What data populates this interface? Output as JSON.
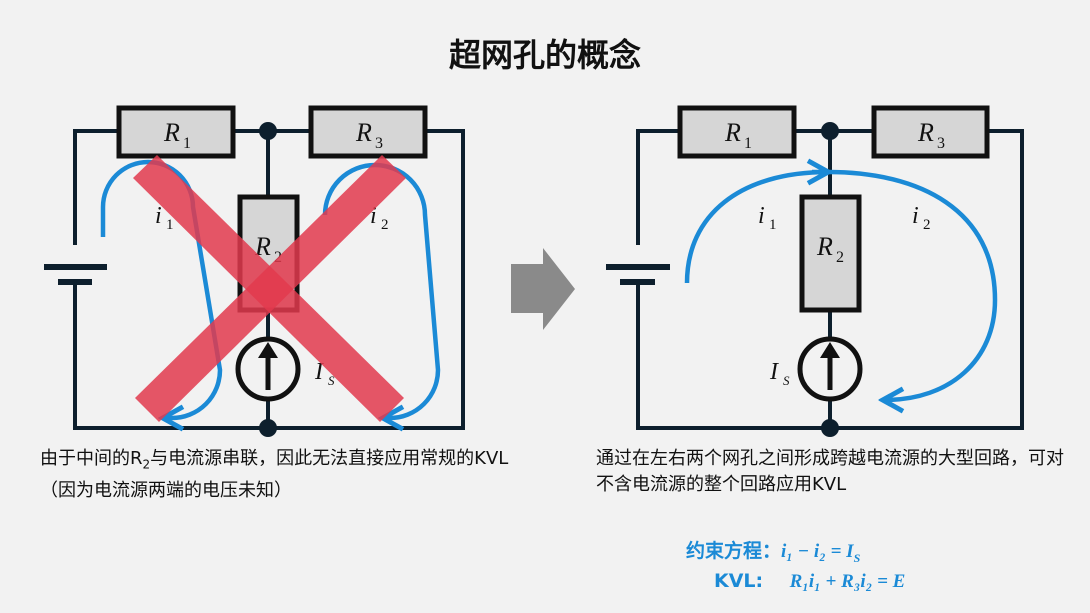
{
  "title": "超网孔的概念",
  "left_circuit": {
    "r1": "R",
    "r1_sub": "1",
    "r2": "R",
    "r2_sub": "2",
    "r3": "R",
    "r3_sub": "3",
    "i1": "i",
    "i1_sub": "1",
    "i2": "i",
    "i2_sub": "2",
    "is": "I",
    "is_sub": "S"
  },
  "right_circuit": {
    "r1": "R",
    "r1_sub": "1",
    "r2": "R",
    "r2_sub": "2",
    "r3": "R",
    "r3_sub": "3",
    "i1": "i",
    "i1_sub": "1",
    "i2": "i",
    "i2_sub": "2",
    "is": "I",
    "is_sub": "S"
  },
  "caption_left": {
    "part1": "由于中间的R",
    "sub": "2",
    "part2": "与电流源串联，因此无法直接应用常规的KVL（因为电流源两端的电压未知）"
  },
  "caption_right": "通过在左右两个网孔之间形成跨越电流源的大型回路，可对不含电流源的整个回路应用KVL",
  "equations": {
    "constraint_label": "约束方程：",
    "constraint": "i₁ − i₂ = I",
    "constraint_sub": "S",
    "kvl_label": "KVL:",
    "kvl": "R₁i₁ + R₃i₂ = E"
  },
  "colors": {
    "wire": "#0d1f2d",
    "loop": "#1b8ad6",
    "cross": "#e23a4e",
    "arrow": "#8a8a8a",
    "resistor_fill": "#d6d6d6"
  }
}
